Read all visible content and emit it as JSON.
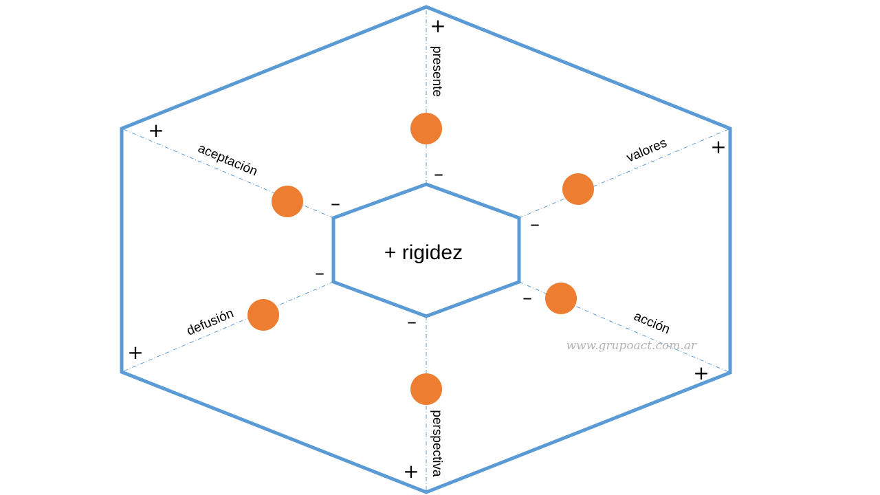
{
  "diagram": {
    "center_label": "+ rigidez",
    "watermark": "www.grupoact.com.ar",
    "colors": {
      "hexagon_stroke": "#5b9bd5",
      "axis_line": "#5b9bd5",
      "marker_fill": "#ed7d31"
    },
    "axes": [
      {
        "id": "presente",
        "label": "presente",
        "outer_sign": "+",
        "inner_sign": "–"
      },
      {
        "id": "valores",
        "label": "valores",
        "outer_sign": "+",
        "inner_sign": "–"
      },
      {
        "id": "accion",
        "label": "acción",
        "outer_sign": "+",
        "inner_sign": "–"
      },
      {
        "id": "perspectiva",
        "label": "perspectiva",
        "outer_sign": "+",
        "inner_sign": "–"
      },
      {
        "id": "defusion",
        "label": "defusión",
        "outer_sign": "+",
        "inner_sign": "–"
      },
      {
        "id": "aceptacion",
        "label": "aceptación",
        "outer_sign": "+",
        "inner_sign": "–"
      }
    ]
  }
}
